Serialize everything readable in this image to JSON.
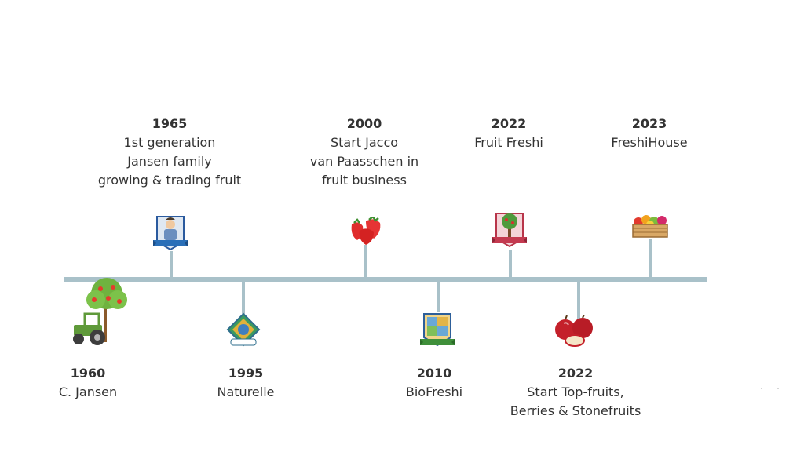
{
  "events": [
    {
      "year": "1960",
      "lines": [
        "C. Jansen"
      ],
      "icon": "tractor-and-apple-tree-icon"
    },
    {
      "year": "1965",
      "lines": [
        "1st generation",
        "Jansen family",
        "growing & trading fruit"
      ],
      "icon": "farmer-badge-icon"
    },
    {
      "year": "1995",
      "lines": [
        "Naturelle"
      ],
      "icon": "naturelle-logo-icon"
    },
    {
      "year": "2000",
      "lines": [
        "Start Jacco",
        "van Paasschen in",
        "fruit business"
      ],
      "icon": "strawberries-icon"
    },
    {
      "year": "2010",
      "lines": [
        "BioFreshi"
      ],
      "icon": "biofreshi-logo-icon"
    },
    {
      "year": "2022",
      "lines": [
        "Fruit Freshi"
      ],
      "icon": "fruit-freshi-logo-icon"
    },
    {
      "year": "2022",
      "lines": [
        "Start Top-fruits,",
        "Berries & Stonefruits"
      ],
      "icon": "apples-icon"
    },
    {
      "year": "2023",
      "lines": [
        "FreshiHouse"
      ],
      "icon": "fruit-crate-icon"
    }
  ],
  "colors": {
    "line": "#a9c1c9",
    "text": "#333333"
  }
}
